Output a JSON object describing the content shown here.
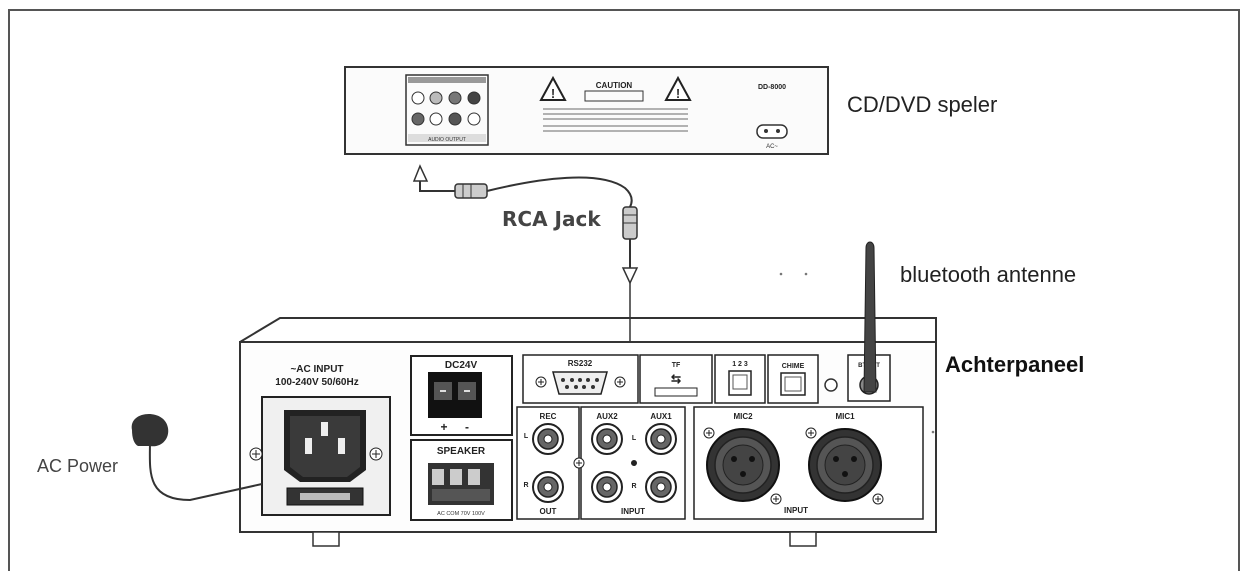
{
  "labels": {
    "cd_player": "CD/DVD speler",
    "rca_jack": "RCA Jack",
    "bluetooth_antenna": "bluetooth antenne",
    "back_panel": "Achterpaneel",
    "ac_power": "AC Power"
  },
  "cd_panel": {
    "caution": "CAUTION",
    "model": "DD-8000",
    "power_label": "AC~",
    "output_label": "AUDIO OUTPUT"
  },
  "amp_panel": {
    "ac_input_line1": "~AC INPUT",
    "ac_input_line2": "100-240V  50/60Hz",
    "dc24v": "DC24V",
    "dc_plus": "+",
    "dc_minus": "-",
    "speaker": "SPEAKER",
    "speaker_terminals": "AC COM  70V 100V",
    "rs232": "RS232",
    "tf": "TF",
    "usb_symbol": "⇆",
    "port_123": "1 2 3",
    "chime": "CHIME",
    "bt_badge": "BT ANT",
    "rec": "REC",
    "aux2": "AUX2",
    "aux1": "AUX1",
    "mic2": "MIC2",
    "mic1": "MIC1",
    "out": "OUT",
    "input_aux": "INPUT",
    "input_mic": "INPUT",
    "l": "L",
    "r": "R"
  }
}
